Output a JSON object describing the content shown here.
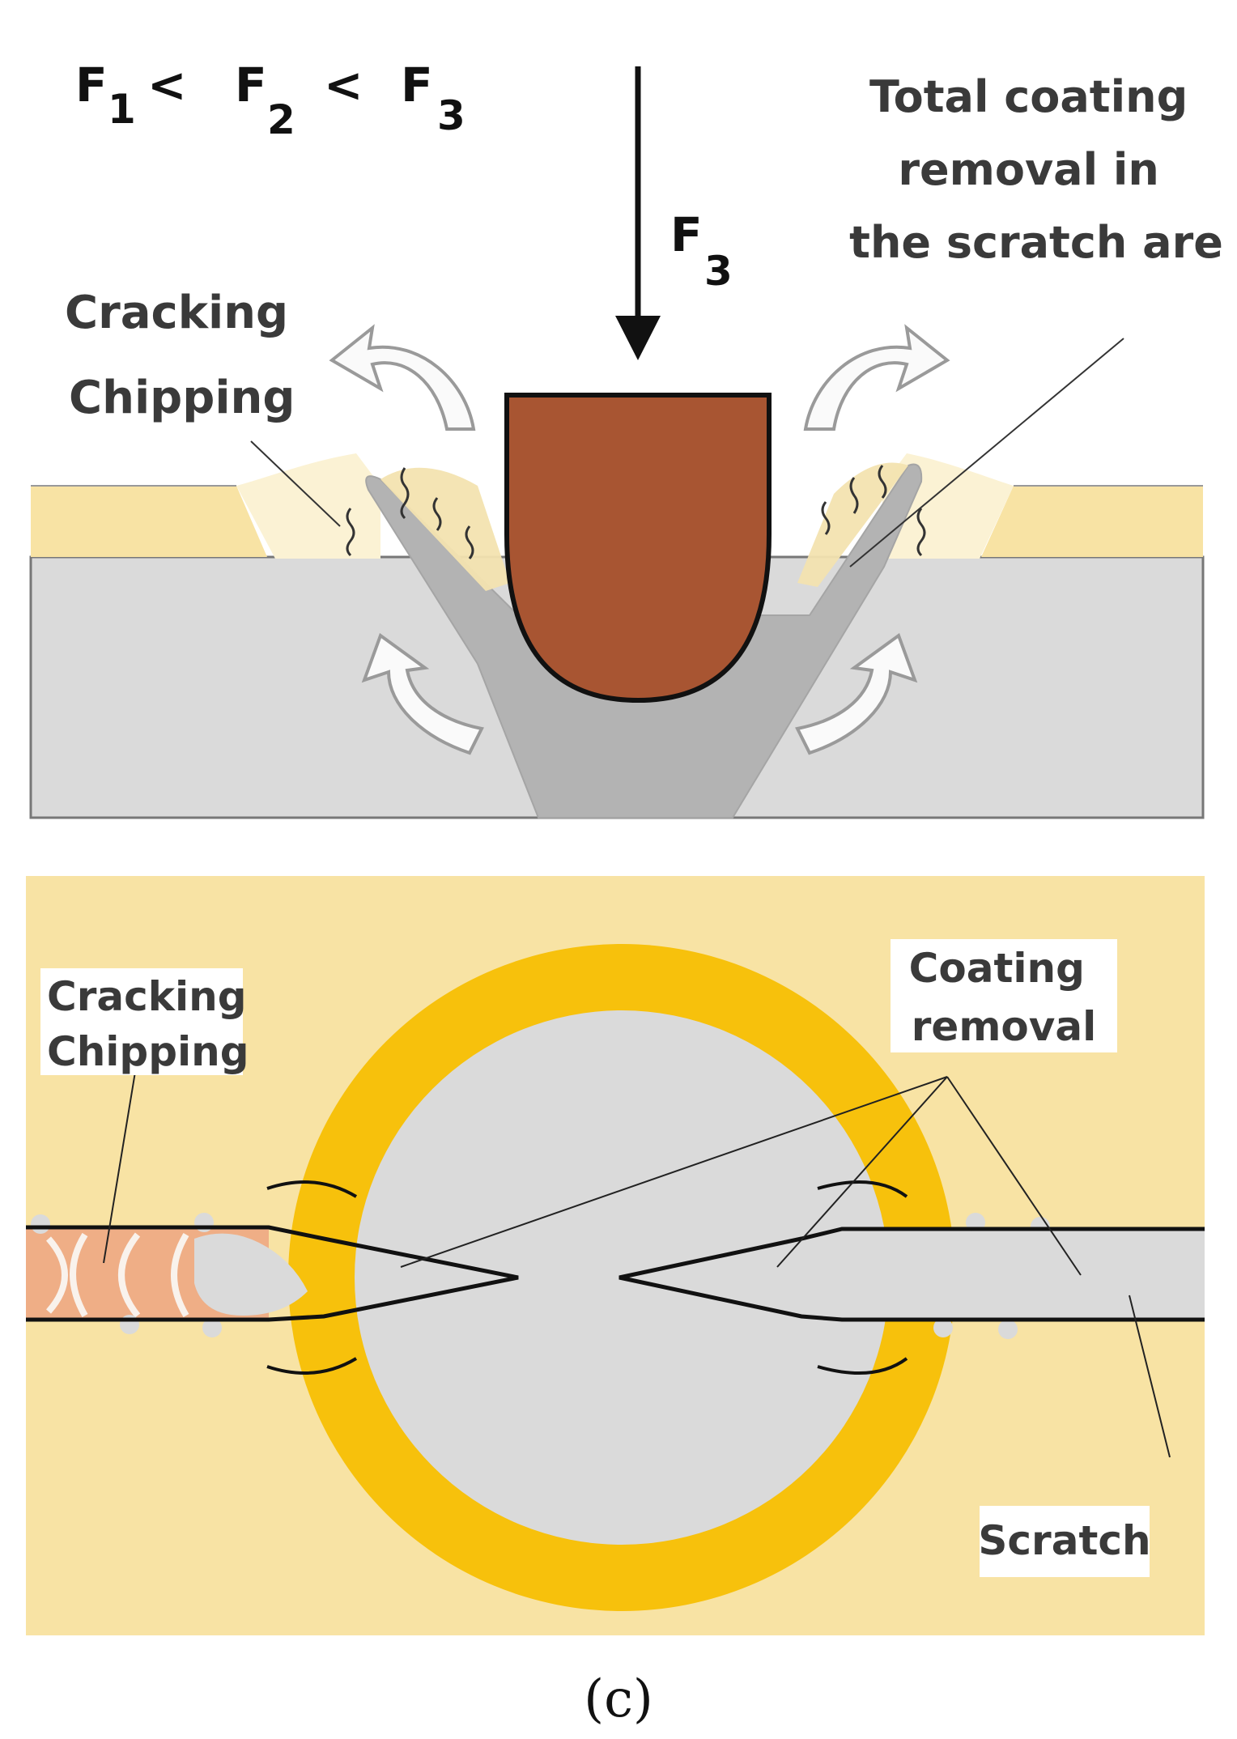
{
  "top_panel": {
    "force_relation": {
      "f": "F",
      "i1": "1",
      "i2": "2",
      "i3": "3",
      "lt": "<"
    },
    "applied_force": {
      "f": "F",
      "index": "3"
    },
    "total_removal_label": [
      "Total coating",
      "removal in",
      "the scratch are"
    ],
    "cracking_label": [
      "Cracking",
      "Chipping"
    ]
  },
  "bottom_panel": {
    "cracking_label": [
      "Cracking",
      "Chipping"
    ],
    "coating_removal_label": [
      "Coating",
      "removal"
    ],
    "scratch_label": "Scratch"
  },
  "caption": "(c)",
  "colors": {
    "coating": "#f8e3a4",
    "substrate": "#dadada",
    "indenter": "#a85532",
    "deformed": "#b3b3b3",
    "ring": "#f7c10c",
    "chipped_zone": "#efae86"
  }
}
